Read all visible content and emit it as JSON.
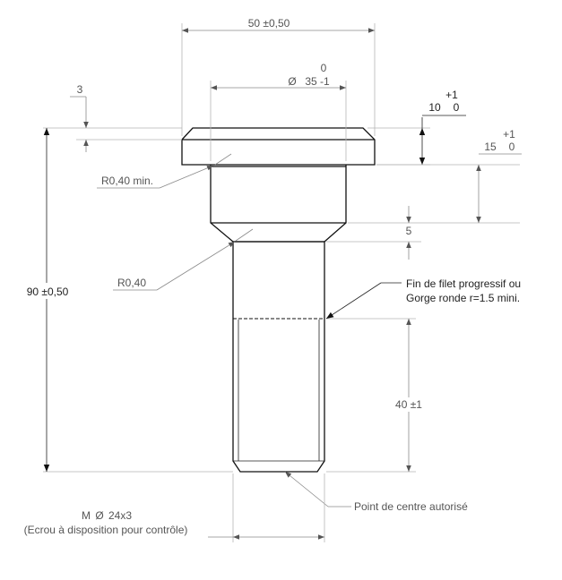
{
  "drawing": {
    "colors": {
      "line": "#111111",
      "dim_line": "#8a8a8a",
      "text": "#555555"
    },
    "dims": {
      "width_50": "50 ±0,50",
      "dia_35_tol": "0",
      "dia_35_prefix": "Ø",
      "dia_35": "35 -1",
      "chamfer_3": "3",
      "head_10": "10",
      "head_10_upper": "+1",
      "head_10_lower": "0",
      "step_15": "15",
      "step_15_upper": "+1",
      "step_15_lower": "0",
      "step_5": "5",
      "radius_min": "R0,40 min.",
      "radius": "R0,40",
      "total_90": "90 ±0,50",
      "thread_40": "40 ±1"
    },
    "notes": {
      "thread_end_line1": "Fin de filet progressif ou",
      "thread_end_line2": "Gorge ronde r=1.5 mini.",
      "center_point": "Point de centre autorisé",
      "thread_spec_prefix": "M",
      "thread_spec_symbol": "Ø",
      "thread_spec": "24x3",
      "thread_spec_note": "(Ecrou à disposition pour contrôle)"
    }
  }
}
